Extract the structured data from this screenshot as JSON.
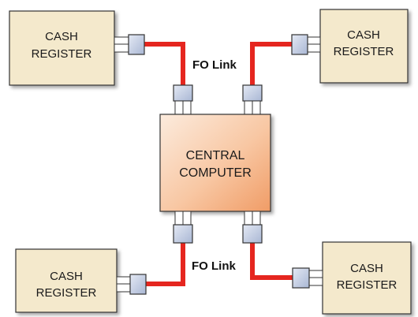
{
  "diagram": {
    "central": {
      "line1": "CENTRAL",
      "line2": "COMPUTER"
    },
    "registers": [
      {
        "line1": "CASH",
        "line2": "REGISTER"
      },
      {
        "line1": "CASH",
        "line2": "REGISTER"
      },
      {
        "line1": "CASH",
        "line2": "REGISTER"
      },
      {
        "line1": "CASH",
        "line2": "REGISTER"
      }
    ],
    "links": {
      "top": "FO Link",
      "bottom": "FO Link"
    },
    "colors": {
      "fiber": "#e5261f",
      "register_fill": "#f4e9cc",
      "connector_fill": "#c9d3e8",
      "central_gradient": [
        "#fbe2cf",
        "#f2a473"
      ]
    }
  }
}
